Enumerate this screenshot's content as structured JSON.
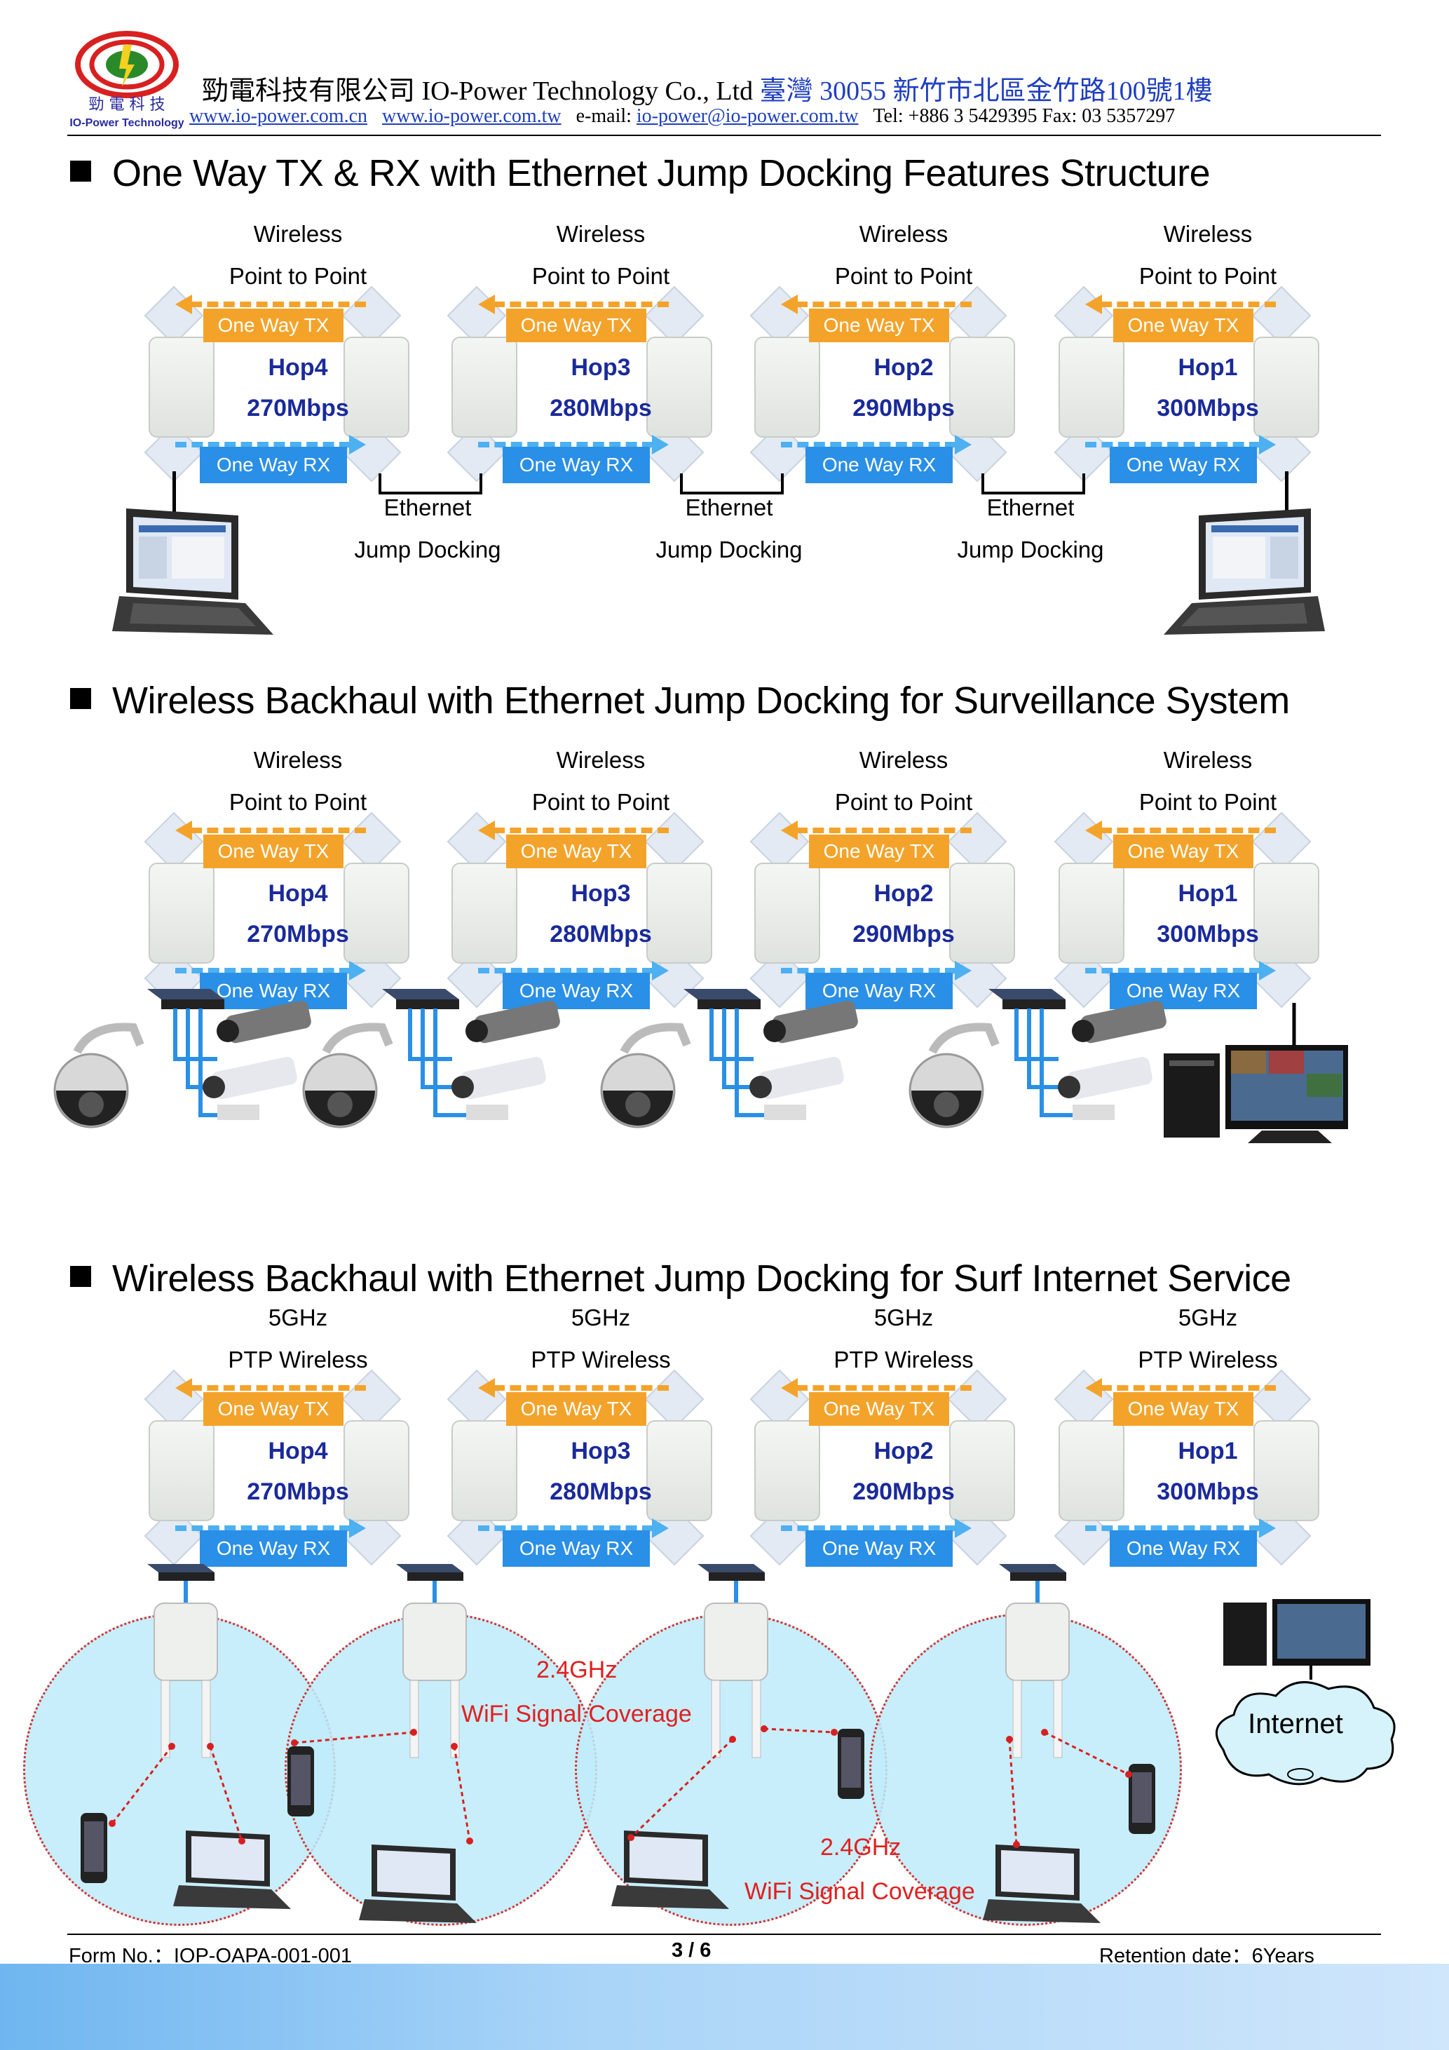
{
  "header": {
    "logo_text_cn": "勁電科技",
    "logo_text_en": "IO-Power Technology",
    "company_cn": "勁電科技有限公司",
    "company_en": "IO-Power Technology Co., Ltd",
    "address": "臺灣 30055 新竹市北區金竹路100號1樓",
    "web1": "www.io-power.com.cn",
    "web2": "www.io-power.com.tw",
    "email_label": "e-mail:",
    "email": "io-power@io-power.com.tw",
    "tel_fax": "Tel: +886 3 5429395 Fax: 03 5357297"
  },
  "sections": [
    {
      "title": "One Way TX & RX with Ethernet Jump Docking Features Structure",
      "hops": [
        {
          "line1": "Wireless",
          "line2": "Point to Point",
          "tx": "One Way TX",
          "name": "Hop4",
          "rate": "270Mbps",
          "rx": "One Way RX"
        },
        {
          "line1": "Wireless",
          "line2": "Point to Point",
          "tx": "One Way TX",
          "name": "Hop3",
          "rate": "280Mbps",
          "rx": "One Way RX"
        },
        {
          "line1": "Wireless",
          "line2": "Point to Point",
          "tx": "One Way TX",
          "name": "Hop2",
          "rate": "290Mbps",
          "rx": "One Way RX"
        },
        {
          "line1": "Wireless",
          "line2": "Point to Point",
          "tx": "One Way TX",
          "name": "Hop1",
          "rate": "300Mbps",
          "rx": "One Way RX"
        }
      ],
      "docking": [
        {
          "line1": "Ethernet",
          "line2": "Jump Docking"
        },
        {
          "line1": "Ethernet",
          "line2": "Jump Docking"
        },
        {
          "line1": "Ethernet",
          "line2": "Jump Docking"
        }
      ]
    },
    {
      "title": "Wireless Backhaul with Ethernet Jump Docking for Surveillance System",
      "hops": [
        {
          "line1": "Wireless",
          "line2": "Point to Point",
          "tx": "One Way TX",
          "name": "Hop4",
          "rate": "270Mbps",
          "rx": "One Way RX"
        },
        {
          "line1": "Wireless",
          "line2": "Point to Point",
          "tx": "One Way TX",
          "name": "Hop3",
          "rate": "280Mbps",
          "rx": "One Way RX"
        },
        {
          "line1": "Wireless",
          "line2": "Point to Point",
          "tx": "One Way TX",
          "name": "Hop2",
          "rate": "290Mbps",
          "rx": "One Way RX"
        },
        {
          "line1": "Wireless",
          "line2": "Point to Point",
          "tx": "One Way TX",
          "name": "Hop1",
          "rate": "300Mbps",
          "rx": "One Way RX"
        }
      ]
    },
    {
      "title": "Wireless Backhaul with Ethernet Jump Docking for Surf Internet Service",
      "hops": [
        {
          "line1": "5GHz",
          "line2": "PTP Wireless",
          "tx": "One Way TX",
          "name": "Hop4",
          "rate": "270Mbps",
          "rx": "One Way RX"
        },
        {
          "line1": "5GHz",
          "line2": "PTP Wireless",
          "tx": "One Way TX",
          "name": "Hop3",
          "rate": "280Mbps",
          "rx": "One Way RX"
        },
        {
          "line1": "5GHz",
          "line2": "PTP Wireless",
          "tx": "One Way TX",
          "name": "Hop2",
          "rate": "290Mbps",
          "rx": "One Way RX"
        },
        {
          "line1": "5GHz",
          "line2": "PTP Wireless",
          "tx": "One Way TX",
          "name": "Hop1",
          "rate": "300Mbps",
          "rx": "One Way RX"
        }
      ],
      "wifi": [
        {
          "line1": "2.4GHz",
          "line2": "WiFi Signal Coverage"
        },
        {
          "line1": "2.4GHz",
          "line2": "WiFi Signal Coverage"
        }
      ],
      "internet": "Internet"
    }
  ],
  "footer": {
    "form_no": "Form No.：IOP-OAPA-001-001",
    "page": "3 / 6",
    "retention": "Retention date：6Years"
  },
  "colors": {
    "tx": "#f4a32a",
    "rx": "#2a8fe6",
    "hop_text": "#1a2a9a",
    "link": "#1f3fbf",
    "wifi_text": "#e02020"
  }
}
